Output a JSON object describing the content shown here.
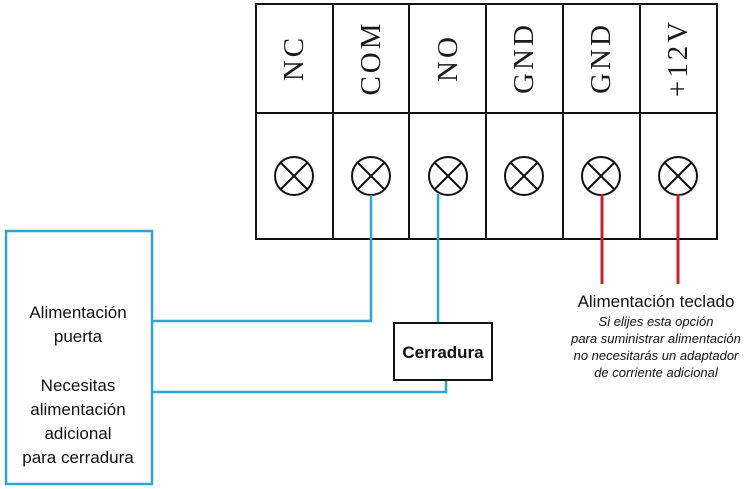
{
  "terminals": [
    {
      "label": "NC"
    },
    {
      "label": "COM"
    },
    {
      "label": "NO"
    },
    {
      "label": "GND"
    },
    {
      "label": "GND"
    },
    {
      "label": "+12V"
    }
  ],
  "power_box": {
    "line1": "Alimentación",
    "line2": "puerta",
    "note1": "Necesitas",
    "note2": "alimentación",
    "note3": "adicional",
    "note4": "para cerradura"
  },
  "lock_label": "Cerradura",
  "keypad_power": {
    "title": "Alimentación teclado",
    "note1": "Si elijes esta opción",
    "note2": "para suministrar alimentación",
    "note3": "no necesitarás un adaptador",
    "note4": "de corriente adicional"
  },
  "colors": {
    "blue_wire": "#2fa6d2",
    "red_wire": "#c8202a",
    "outline": "#111111"
  }
}
